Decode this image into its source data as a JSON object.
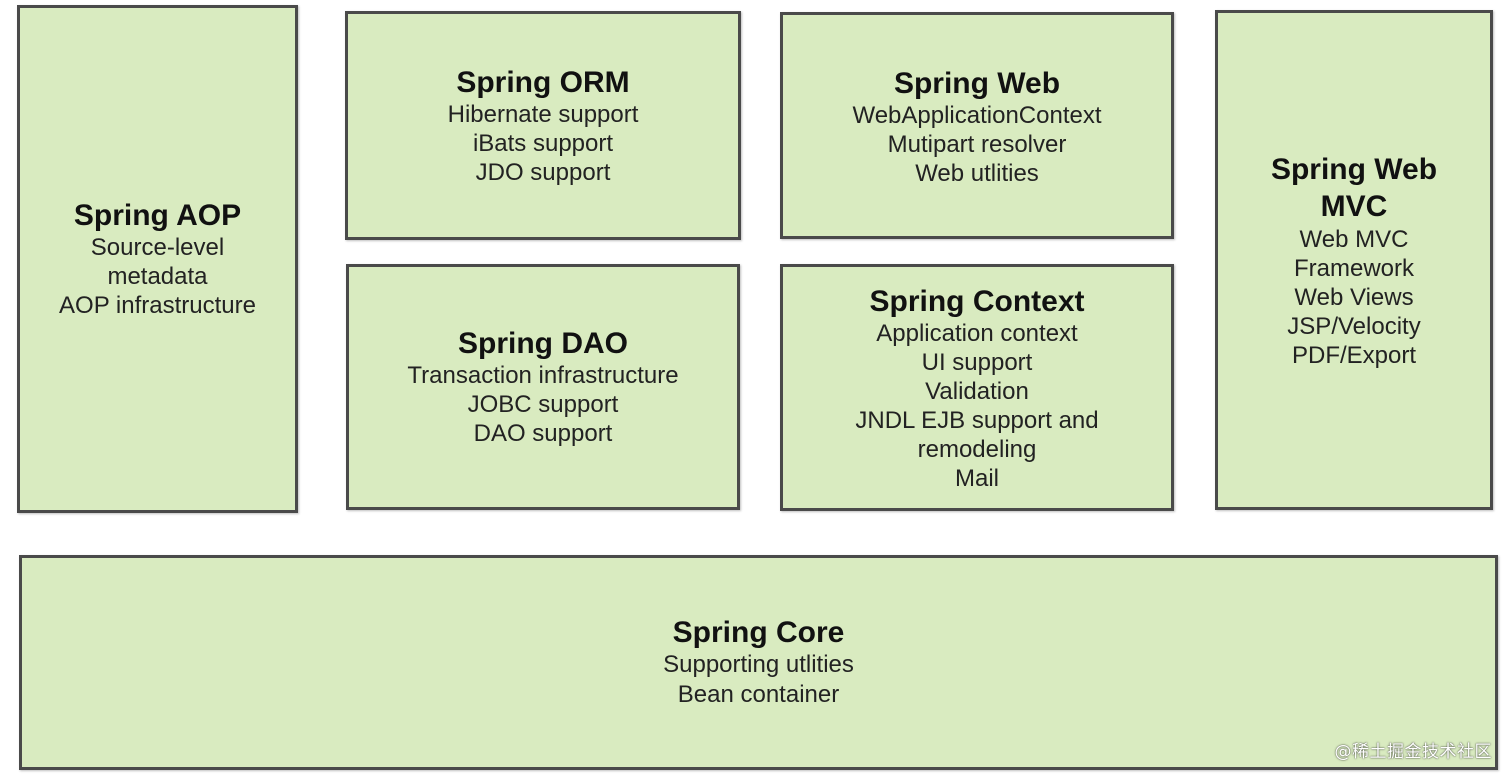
{
  "boxes": {
    "aop": {
      "title": "Spring AOP",
      "lines": [
        "Source-level",
        "metadata",
        "AOP infrastructure"
      ]
    },
    "orm": {
      "title": "Spring ORM",
      "lines": [
        "Hibernate support",
        "iBats support",
        "JDO support"
      ]
    },
    "web": {
      "title": "Spring Web",
      "lines": [
        "WebApplicationContext",
        "Mutipart resolver",
        "Web utlities"
      ]
    },
    "mvc": {
      "title_lines": [
        "Spring Web",
        "MVC"
      ],
      "lines": [
        "Web MVC",
        "Framework",
        "Web Views",
        "JSP/Velocity",
        "PDF/Export"
      ]
    },
    "dao": {
      "title": "Spring DAO",
      "lines": [
        "Transaction infrastructure",
        "JOBC support",
        "DAO support"
      ]
    },
    "context": {
      "title": "Spring Context",
      "lines": [
        "Application context",
        "UI support",
        "Validation",
        "JNDL EJB support and",
        "remodeling",
        "Mail"
      ]
    },
    "core": {
      "title": "Spring Core",
      "lines": [
        "Supporting utlities",
        "Bean container"
      ]
    }
  },
  "watermark": "@稀土掘金技术社区",
  "colors": {
    "box_fill": "#d9ebc0",
    "box_border": "#4a4a4a"
  }
}
